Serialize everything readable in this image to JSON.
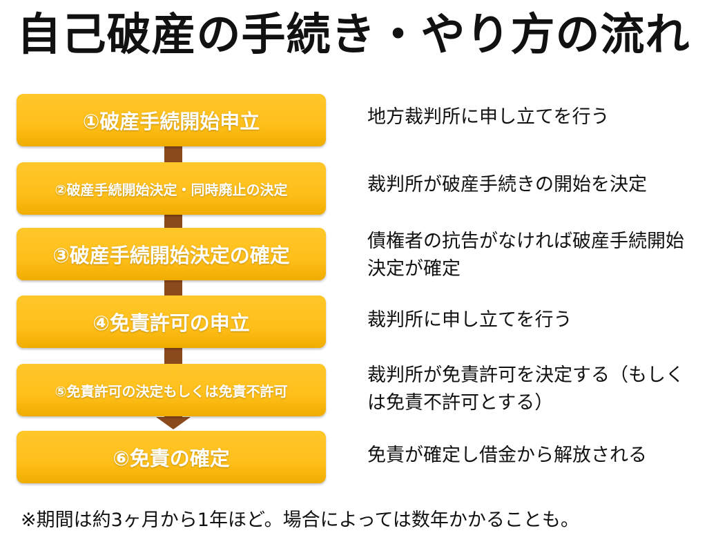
{
  "title": "自己破産の手続き・やり方の流れ",
  "steps": [
    {
      "label": "①破産手続開始申立",
      "description": "地方裁判所に申し立てを行う"
    },
    {
      "label": "②破産手続開始決定・同時廃止の決定",
      "description": "裁判所が破産手続きの開始を決定"
    },
    {
      "label": "③破産手続開始決定の確定",
      "description": "債権者の抗告がなければ破産手続開始決定が確定"
    },
    {
      "label": "④免責許可の申立",
      "description": "裁判所に申し立てを行う"
    },
    {
      "label": "⑤免責許可の決定もしくは免責不許可",
      "description": "裁判所が免責許可を決定する（もしくは免責不許可とする）"
    },
    {
      "label": "⑥免責の確定",
      "description": "免責が確定し借金から解放される"
    }
  ],
  "footnote": "※期間は約3ヶ月から1年ほど。場合によっては数年かかることも。",
  "colors": {
    "step_fill": "#ffbf1a",
    "connector": "#8b4a1b",
    "step_text": "#ffffff",
    "text": "#111111"
  }
}
